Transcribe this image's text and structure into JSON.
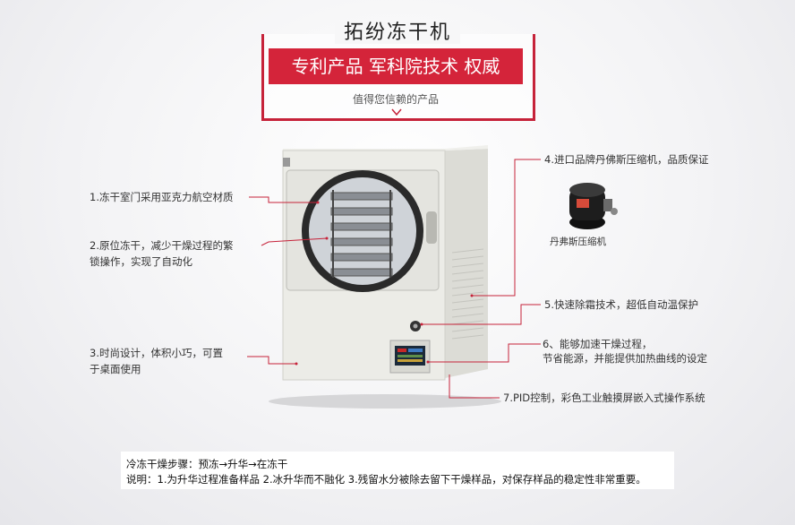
{
  "header": {
    "title": "拓纷冻干机",
    "banner": "专利产品  军科院技术  权威",
    "subtitle": "值得您信赖的产品",
    "chevron_icon": "chevron-down-icon",
    "accent_color": "#d4243a"
  },
  "callouts": {
    "c1": "1.冻干室门采用亚克力航空材质",
    "c2_line1": "2.原位冻干，减少干燥过程的繁",
    "c2_line2": "锁操作，实现了自动化",
    "c3_line1": "3.时尚设计，体积小巧，可置",
    "c3_line2": "于桌面使用",
    "c4": "4.进口品牌丹佛斯压缩机，品质保证",
    "compressor_label": "丹弗斯压缩机",
    "c5": "5.快速除霜技术，超低自动温保护",
    "c6_line1": "6、能够加速干燥过程，",
    "c6_line2": "节省能源，并能提供加热曲线的设定",
    "c7": "7.PID控制，彩色工业触摸屏嵌入式操作系统"
  },
  "footer": {
    "line1": "冷冻干燥步骤：预冻→升华→在冻干",
    "line2": "说明：1.为升华过程准备样品   2.冰升华而不融化  3.残留水分被除去留下干燥样品，对保存样品的稳定性非常重要。"
  },
  "colors": {
    "line": "#c6233a",
    "cabinet": "#e9e9e4"
  }
}
